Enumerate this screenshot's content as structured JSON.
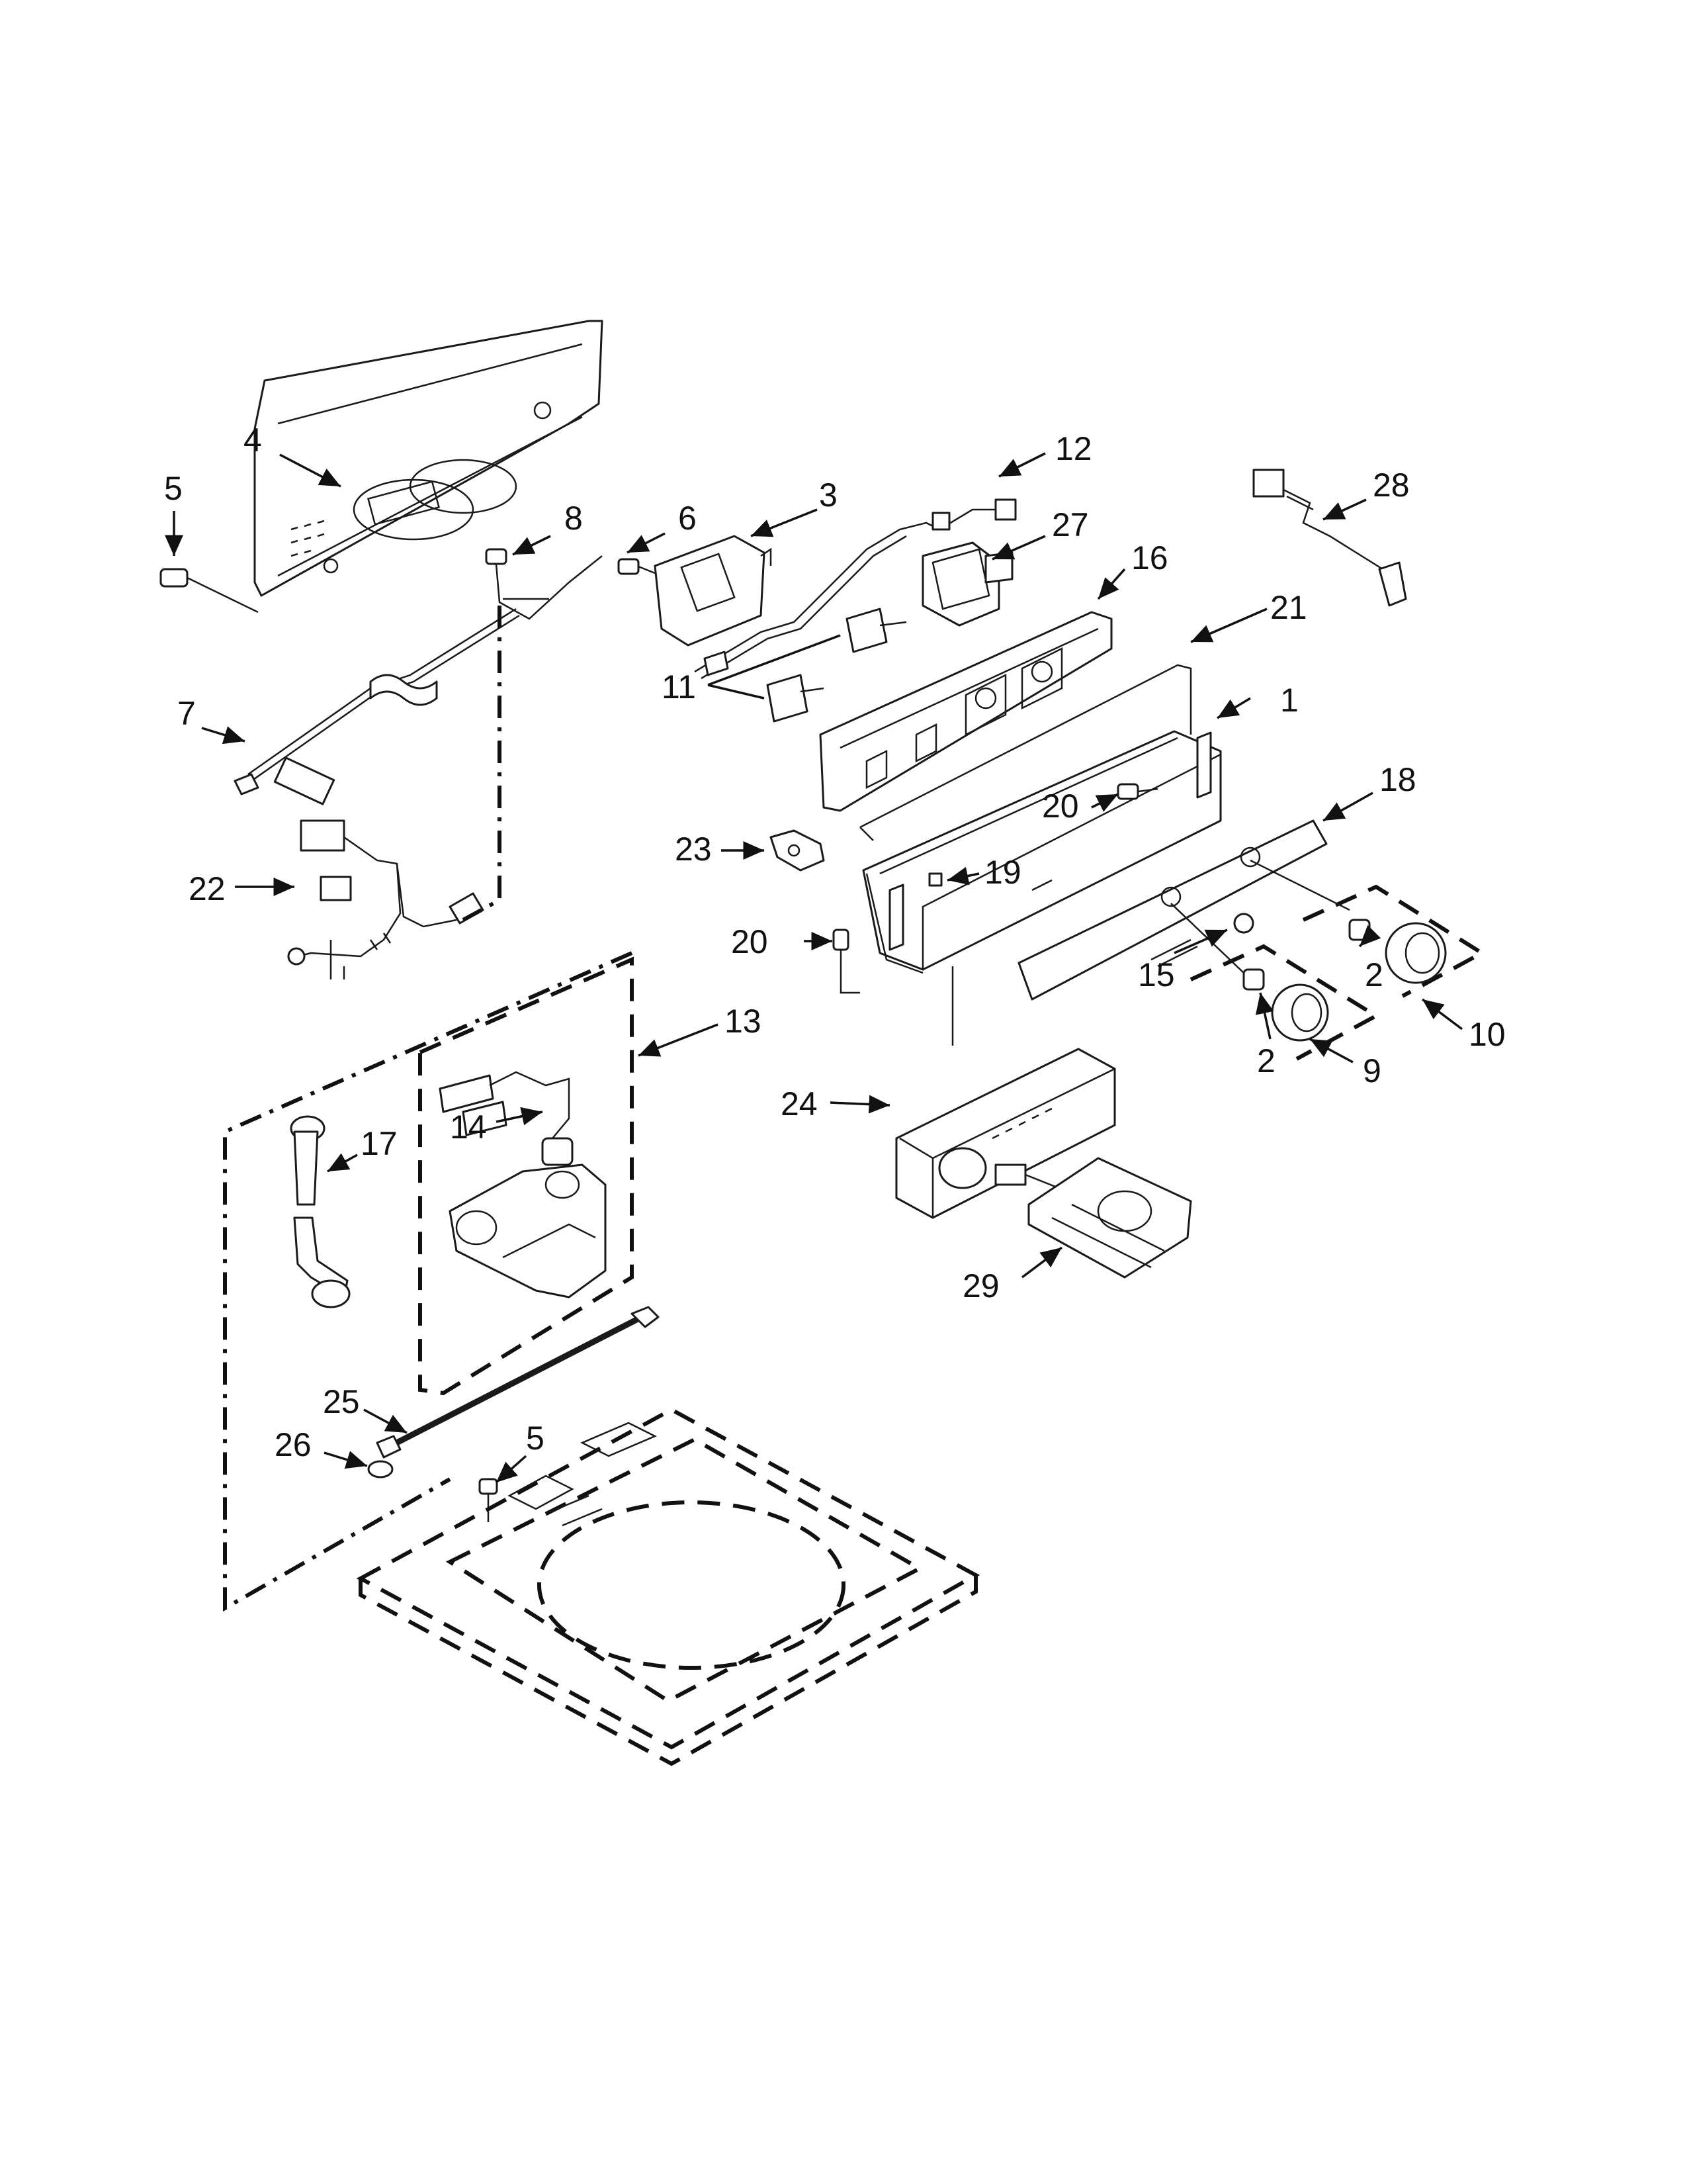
{
  "callouts": {
    "c1": "1",
    "c2a": "2",
    "c2b": "2",
    "c3": "3",
    "c4": "4",
    "c5a": "5",
    "c5b": "5",
    "c6": "6",
    "c7": "7",
    "c8": "8",
    "c9": "9",
    "c10": "10",
    "c11": "11",
    "c12": "12",
    "c13": "13",
    "c14": "14",
    "c15": "15",
    "c16": "16",
    "c17": "17",
    "c18": "18",
    "c19": "19",
    "c20a": "20",
    "c20b": "20",
    "c21": "21",
    "c22": "22",
    "c23": "23",
    "c24": "24",
    "c25": "25",
    "c26": "26",
    "c27": "27",
    "c28": "28",
    "c29": "29"
  }
}
